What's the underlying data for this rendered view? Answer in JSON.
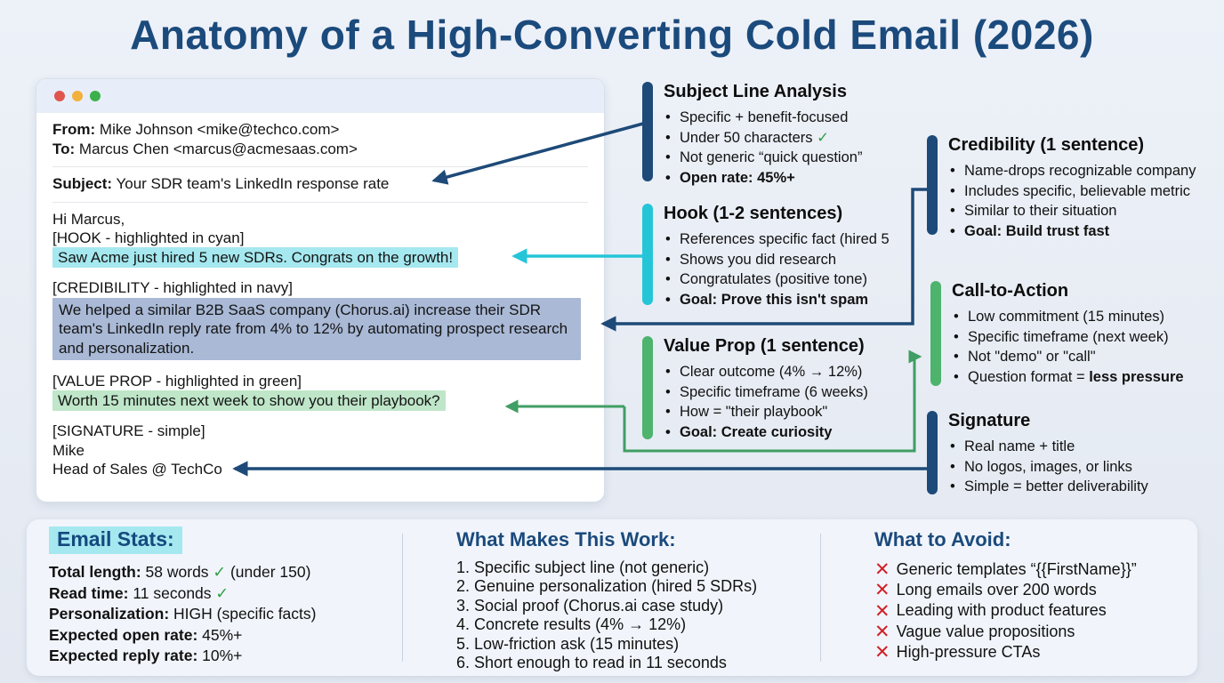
{
  "title": "Anatomy of a High-Converting Cold Email (2026)",
  "colors": {
    "title_navy": "#1b4a7c",
    "bar_navy": "#1d4a78",
    "bar_cyan": "#25c5d8",
    "bar_green": "#4db36d",
    "highlight_cyan": "#a5e8ef",
    "highlight_navy": "#a9b9d6",
    "highlight_green": "#bfe6c9",
    "check_green": "#2f9e44",
    "cross_red": "#cf2127"
  },
  "icons": {
    "check": "✓",
    "cross": "✕",
    "window_dots": [
      "red",
      "yellow",
      "green"
    ]
  },
  "email": {
    "from_label": "From:",
    "from_value": "Mike Johnson <mike@techco.com>",
    "to_label": "To:",
    "to_value": "Marcus Chen <marcus@acmesaas.com>",
    "subject_label": "Subject:",
    "subject_value": "Your SDR team's LinkedIn response rate",
    "greeting": "Hi Marcus,",
    "hook_tag": "[HOOK - highlighted in cyan]",
    "hook_text": "Saw Acme just hired 5 new SDRs. Congrats on the growth!",
    "credibility_tag": "[CREDIBILITY - highlighted in navy]",
    "credibility_text": "We helped a similar B2B SaaS company (Chorus.ai) increase their SDR team's LinkedIn reply rate from 4% to 12% by automating prospect research and personalization.",
    "value_tag": "[VALUE PROP - highlighted in green]",
    "value_text": "Worth 15 minutes next week to show you their playbook?",
    "signature_tag": "[SIGNATURE - simple]",
    "signature_name": "Mike",
    "signature_title": "Head of Sales @ TechCo"
  },
  "callouts": {
    "subject": {
      "title": "Subject Line Analysis",
      "bullets": [
        {
          "text": "Specific + benefit-focused"
        },
        {
          "text": "Under 50 characters",
          "check": true
        },
        {
          "text": "Not generic “quick question”"
        },
        {
          "text": "Open rate: 45%+",
          "bold": true
        }
      ]
    },
    "hook": {
      "title": "Hook (1-2 sentences)",
      "bullets": [
        {
          "text": "References specific fact (hired 5"
        },
        {
          "text": "Shows you did research"
        },
        {
          "text": "Congratulates (positive tone)"
        },
        {
          "text": "Goal: Prove this isn't spam",
          "bold": true
        }
      ]
    },
    "value": {
      "title": "Value Prop (1 sentence)",
      "bullets": [
        {
          "text": "Clear outcome (4% → 12%)"
        },
        {
          "text": "Specific timeframe (6 weeks)"
        },
        {
          "text": "How = \"their playbook\""
        },
        {
          "text": "Goal: Create curiosity",
          "bold": true
        }
      ]
    },
    "credibility": {
      "title": "Credibility (1 sentence)",
      "bullets": [
        {
          "text": "Name-drops recognizable company"
        },
        {
          "text": "Includes specific, believable metric"
        },
        {
          "text": "Similar to their situation"
        },
        {
          "text": "Goal: Build trust fast",
          "bold": true
        }
      ]
    },
    "cta": {
      "title": "Call-to-Action",
      "bullets": [
        {
          "text": "Low commitment (15 minutes)"
        },
        {
          "text": "Specific timeframe (next week)"
        },
        {
          "text": "Not \"demo\" or \"call\""
        },
        {
          "text": "Question format = ",
          "bold_part": "less pressure"
        }
      ]
    },
    "signature": {
      "title": "Signature",
      "bullets": [
        {
          "text": "Real name + title"
        },
        {
          "text": "No logos, images, or links"
        },
        {
          "text": "Simple = better deliverability"
        }
      ]
    }
  },
  "bottom": {
    "stats": {
      "heading": "Email Stats:",
      "rows": [
        {
          "label": "Total length:",
          "value": " 58 words ",
          "check": true,
          "suffix": " (under 150)"
        },
        {
          "label": "Read time:",
          "value": " 11 seconds ",
          "check": true,
          "suffix": ""
        },
        {
          "label": "Personalization:",
          "value": " HIGH (specific facts)"
        },
        {
          "label": "Expected open rate:",
          "value": " 45%+"
        },
        {
          "label": "Expected reply rate:",
          "value": " 10%+"
        }
      ]
    },
    "work": {
      "heading": "What Makes This Work:",
      "items": [
        "Specific subject line (not generic)",
        "Genuine personalization (hired 5 SDRs)",
        "Social proof (Chorus.ai case study)",
        "Concrete results (4% → 12%)",
        "Low-friction ask (15 minutes)",
        "Short enough to read in 11 seconds"
      ]
    },
    "avoid": {
      "heading": "What to Avoid:",
      "items": [
        "Generic templates “{{FirstName}}”",
        "Long emails over 200 words",
        "Leading with product features",
        "Vague value propositions",
        "High-pressure CTAs"
      ]
    }
  }
}
